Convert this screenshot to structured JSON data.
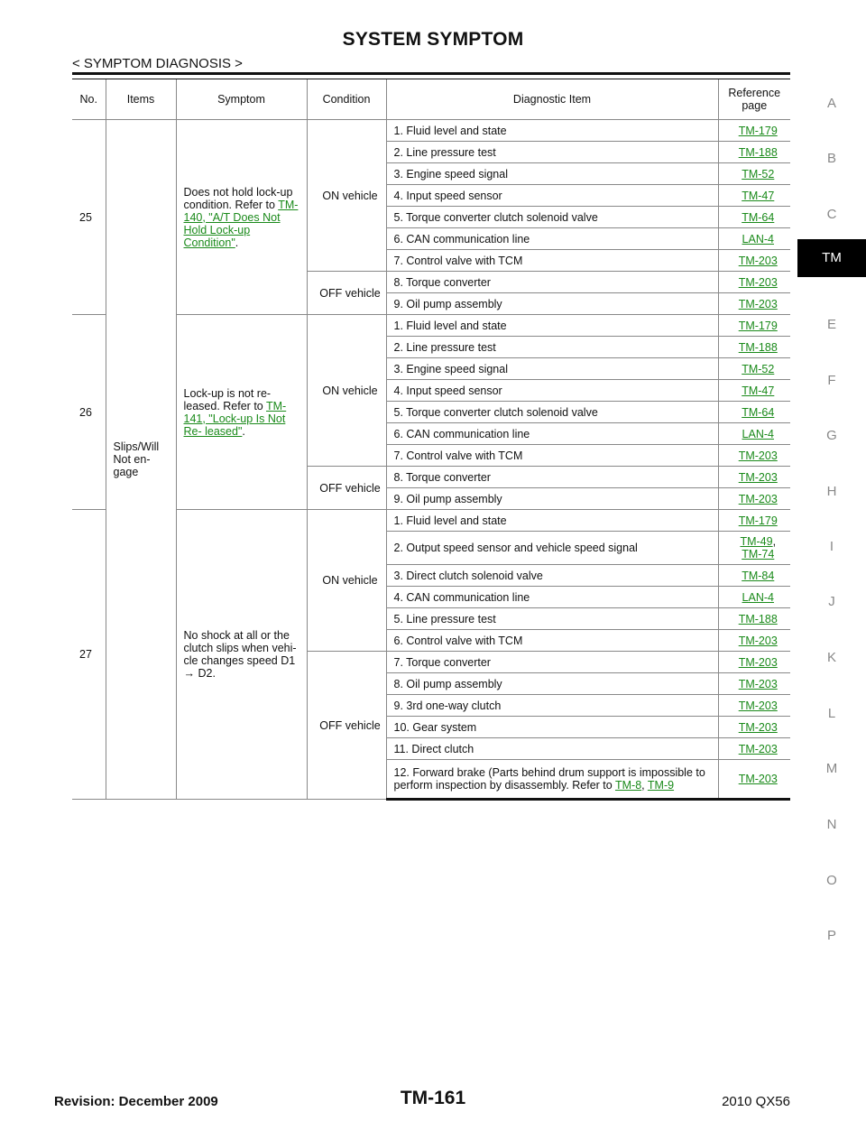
{
  "header": {
    "title": "SYSTEM SYMPTOM",
    "section": "< SYMPTOM DIAGNOSIS >"
  },
  "side_tabs": [
    "A",
    "B",
    "C",
    "TM",
    "E",
    "F",
    "G",
    "H",
    "I",
    "J",
    "K",
    "L",
    "M",
    "N",
    "O",
    "P"
  ],
  "table": {
    "headers": {
      "no": "No.",
      "items": "Items",
      "symptom": "Symptom",
      "condition": "Condition",
      "diag": "Diagnostic Item",
      "ref": "Reference page"
    },
    "items_text": "Slips/Will Not en- gage",
    "groups": [
      {
        "no": "25",
        "symptom_text": "Does not hold lock-up condition. Refer to",
        "symptom_link": "TM-140, \"A/T Does Not Hold Lock-up Condition\"",
        "symptom_suffix": ".",
        "on_label": "ON vehicle",
        "off_label": "OFF vehicle",
        "on_rows": [
          {
            "item": "1. Fluid level and state",
            "ref": "TM-179"
          },
          {
            "item": "2. Line pressure test",
            "ref": "TM-188"
          },
          {
            "item": "3. Engine speed signal",
            "ref": "TM-52"
          },
          {
            "item": "4. Input speed sensor",
            "ref": "TM-47"
          },
          {
            "item": "5. Torque converter clutch solenoid valve",
            "ref": "TM-64"
          },
          {
            "item": "6. CAN communication line",
            "ref": "LAN-4"
          },
          {
            "item": "7. Control valve with TCM",
            "ref": "TM-203"
          }
        ],
        "off_rows": [
          {
            "item": "8. Torque converter",
            "ref": "TM-203"
          },
          {
            "item": "9. Oil pump assembly",
            "ref": "TM-203"
          }
        ]
      },
      {
        "no": "26",
        "symptom_text": "Lock-up is not re- leased. Refer to",
        "symptom_link": "TM-141, \"Lock-up Is Not Re- leased\"",
        "symptom_suffix": ".",
        "on_label": "ON vehicle",
        "off_label": "OFF vehicle",
        "on_rows": [
          {
            "item": "1. Fluid level and state",
            "ref": "TM-179"
          },
          {
            "item": "2. Line pressure test",
            "ref": "TM-188"
          },
          {
            "item": "3. Engine speed signal",
            "ref": "TM-52"
          },
          {
            "item": "4. Input speed sensor",
            "ref": "TM-47"
          },
          {
            "item": "5. Torque converter clutch solenoid valve",
            "ref": "TM-64"
          },
          {
            "item": "6. CAN communication line",
            "ref": "LAN-4"
          },
          {
            "item": "7. Control valve with TCM",
            "ref": "TM-203"
          }
        ],
        "off_rows": [
          {
            "item": "8. Torque converter",
            "ref": "TM-203"
          },
          {
            "item": "9. Oil pump assembly",
            "ref": "TM-203"
          }
        ]
      },
      {
        "no": "27",
        "symptom_text": "No shock at all or the clutch slips when vehi- cle changes speed D1 → D2.",
        "on_label": "ON vehicle",
        "off_label": "OFF vehicle",
        "on_rows": [
          {
            "item": "1. Fluid level and state",
            "ref": "TM-179"
          },
          {
            "item": "2. Output speed sensor and vehicle speed signal",
            "ref": "TM-49",
            "ref2": "TM-74"
          },
          {
            "item": "3. Direct clutch solenoid valve",
            "ref": "TM-84"
          },
          {
            "item": "4. CAN communication line",
            "ref": "LAN-4"
          },
          {
            "item": "5. Line pressure test",
            "ref": "TM-188"
          },
          {
            "item": "6. Control valve with TCM",
            "ref": "TM-203"
          }
        ],
        "off_rows": [
          {
            "item": "7. Torque converter",
            "ref": "TM-203"
          },
          {
            "item": "8. Oil pump assembly",
            "ref": "TM-203"
          },
          {
            "item": "9. 3rd one-way clutch",
            "ref": "TM-203"
          },
          {
            "item": "10. Gear system",
            "ref": "TM-203"
          },
          {
            "item": "11. Direct clutch",
            "ref": "TM-203"
          },
          {
            "item": "12. Forward brake (Parts behind drum support is impossible to perform inspection by disassembly. Refer to",
            "link1": "TM-8",
            "link2": "TM-9",
            "ref": "TM-203"
          }
        ]
      }
    ]
  },
  "footer": {
    "revision": "Revision: December 2009",
    "page": "TM-161",
    "model": "2010 QX56"
  }
}
